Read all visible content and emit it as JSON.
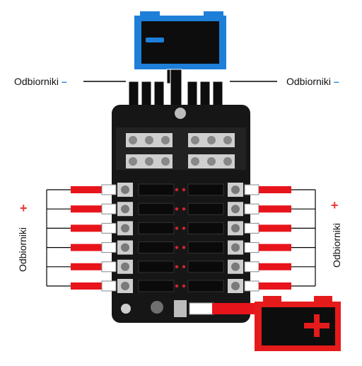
{
  "labels": {
    "top_left": "Odbiorniki",
    "top_right": "Odbiorniki",
    "side_left": "Odbiorniki",
    "side_right": "Odbiorniki",
    "minus_sign": "–",
    "plus_sign": "+"
  },
  "colors": {
    "negative_battery": "#1e7fd8",
    "positive_battery": "#e51b1b",
    "negative_minus_mark": "#1e88e5",
    "positive_plus_mark": "#e53935",
    "wire": "#000000",
    "fuse_red": "#e8141b",
    "led_red": "#d6242a"
  },
  "diagram": {
    "fuse_positions_per_side": 6,
    "negative_terminals": 6
  }
}
